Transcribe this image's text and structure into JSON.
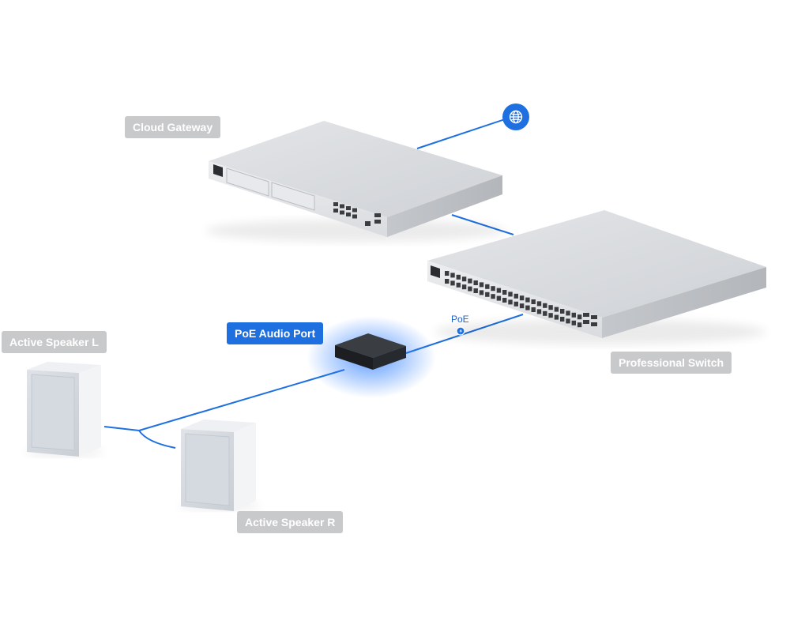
{
  "labels": {
    "cloud_gateway": "Cloud Gateway",
    "professional_switch": "Professional Switch",
    "poe_audio_port": "PoE Audio Port",
    "speaker_left": "Active Speaker L",
    "speaker_right": "Active Speaker R"
  },
  "connections": {
    "poe": "PoE"
  },
  "icons": {
    "internet": "globe-icon",
    "power": "lightning-bolt-icon"
  },
  "colors": {
    "cable": "#1e6fe0",
    "label_bg": "#c8c9cb",
    "label_accent_bg": "#1e6fe0",
    "device_glow": "#2a7cff"
  }
}
